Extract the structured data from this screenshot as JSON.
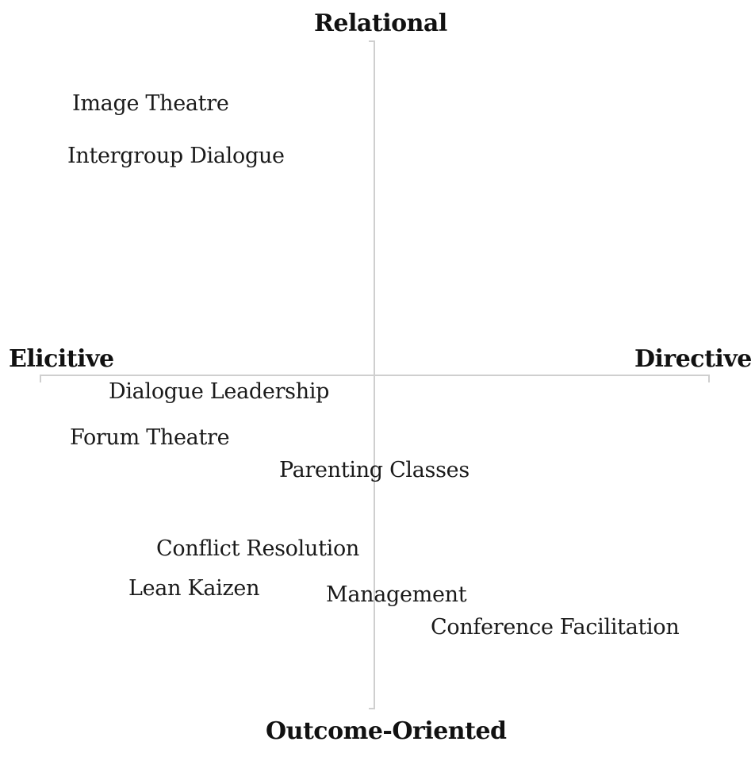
{
  "axes": {
    "top_label": "Relational",
    "bottom_label": "Outcome-Oriented",
    "left_label": "Elicitive",
    "right_label": "Directive",
    "line_color": "#cfcfcf"
  },
  "items": [
    {
      "label": "Image Theatre"
    },
    {
      "label": "Intergroup Dialogue"
    },
    {
      "label": "Dialogue Leadership"
    },
    {
      "label": "Forum Theatre"
    },
    {
      "label": "Parenting Classes"
    },
    {
      "label": "Conflict Resolution"
    },
    {
      "label": "Lean Kaizen"
    },
    {
      "label": "Management"
    },
    {
      "label": "Conference Facilitation"
    }
  ]
}
